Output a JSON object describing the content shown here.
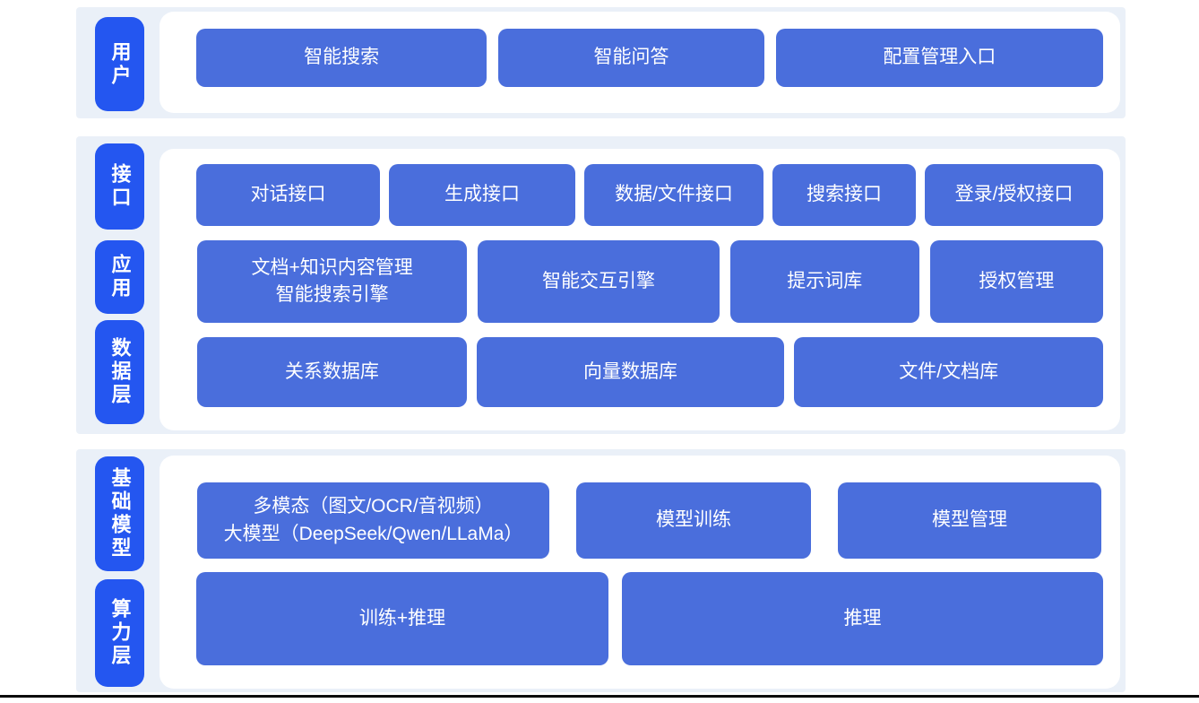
{
  "colors": {
    "band_bg": "#eaf0f8",
    "panel_bg": "#ffffff",
    "pill_blue": "#2456f0",
    "node_blue": "#4a6edc",
    "text_white": "#ffffff",
    "line_dark": "#0c0c0c"
  },
  "sections": [
    {
      "name": "user-layer",
      "labels": [
        "用户"
      ],
      "rows": [
        {
          "nodes": [
            {
              "label": "智能搜索"
            },
            {
              "label": "智能问答"
            },
            {
              "label": "配置管理入口"
            }
          ]
        }
      ]
    },
    {
      "name": "interface-application-data-layer",
      "labels": [
        "接口",
        "应用",
        "数据层"
      ],
      "rows": [
        {
          "nodes": [
            {
              "label": "对话接口"
            },
            {
              "label": "生成接口"
            },
            {
              "label": "数据/文件接口"
            },
            {
              "label": "搜索接口"
            },
            {
              "label": "登录/授权接口"
            }
          ]
        },
        {
          "nodes": [
            {
              "label": "文档+知识内容管理\n智能搜索引擎"
            },
            {
              "label": "智能交互引擎"
            },
            {
              "label": "提示词库"
            },
            {
              "label": "授权管理"
            }
          ]
        },
        {
          "nodes": [
            {
              "label": "关系数据库"
            },
            {
              "label": "向量数据库"
            },
            {
              "label": "文件/文档库"
            }
          ]
        }
      ]
    },
    {
      "name": "foundation-model-compute-layer",
      "labels": [
        "基础模型",
        "算力层"
      ],
      "rows": [
        {
          "nodes": [
            {
              "label": "多模态（图文/OCR/音视频）\n大模型（DeepSeek/Qwen/LLaMa）"
            },
            {
              "label": "模型训练"
            },
            {
              "label": "模型管理"
            }
          ]
        },
        {
          "nodes": [
            {
              "label": "训练+推理"
            },
            {
              "label": "推理"
            }
          ]
        }
      ]
    }
  ]
}
